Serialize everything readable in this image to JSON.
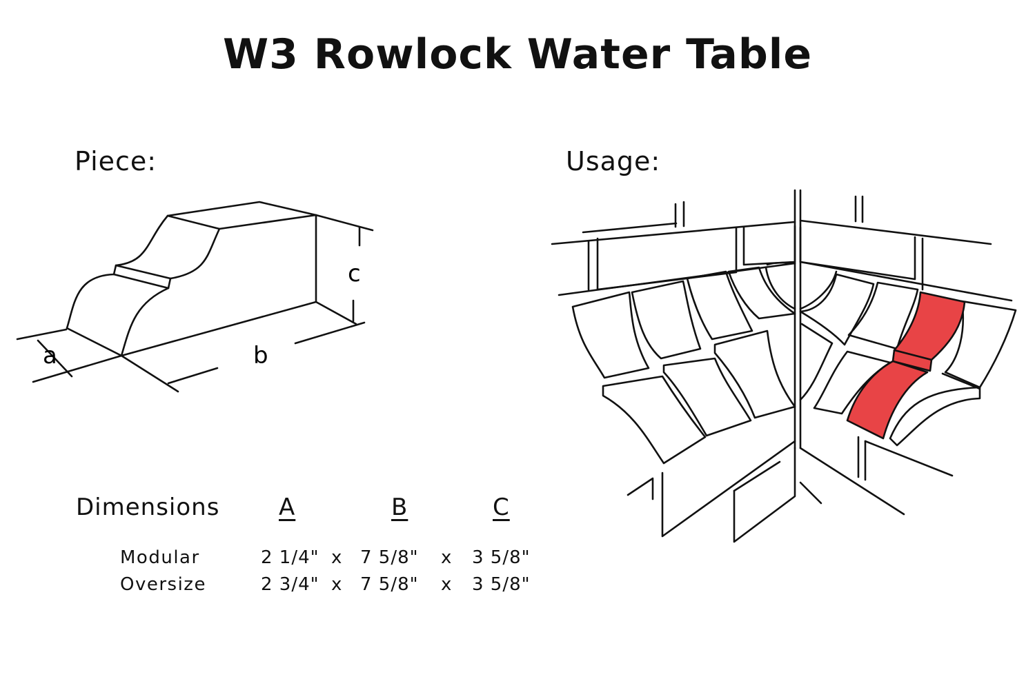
{
  "title": "W3 Rowlock Water Table",
  "piece_label": "Piece:",
  "usage_label": "Usage:",
  "piece_dim_labels": {
    "a": "a",
    "b": "b",
    "c": "c"
  },
  "dimensions": {
    "heading": "Dimensions",
    "columns": [
      "A",
      "B",
      "C"
    ],
    "separator": "x",
    "rows": [
      {
        "label": "Modular",
        "a": "2 1/4\"",
        "b": "7 5/8\"",
        "c": "3 5/8\""
      },
      {
        "label": "Oversize",
        "a": "2 3/4\"",
        "b": "7 5/8\"",
        "c": "3 5/8\""
      }
    ]
  },
  "colors": {
    "highlight": "#e84446",
    "line": "#111111",
    "background": "#ffffff"
  },
  "icons": [
    "rowlock-piece-drawing",
    "corner-usage-drawing"
  ]
}
